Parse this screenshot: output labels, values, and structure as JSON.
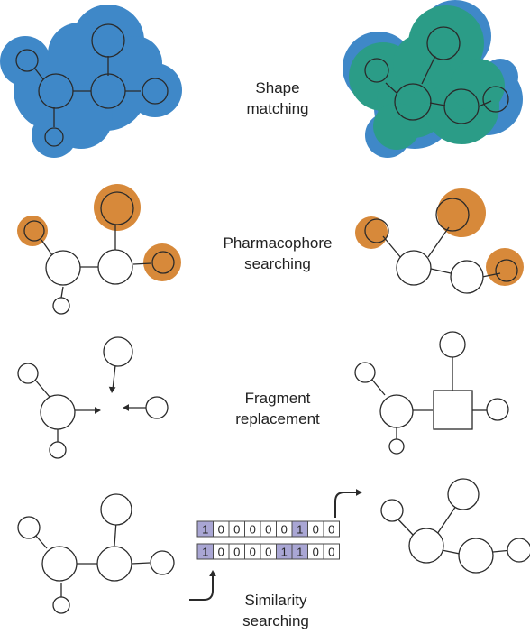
{
  "colors": {
    "shape_blue": "#3f88c8",
    "shape_green": "#2b9c87",
    "pharmacophore_orange": "#d7893a",
    "bit_highlight": "#a9a6d4",
    "stroke": "#2a2a2a"
  },
  "sections": [
    {
      "id": "shape",
      "line1": "Shape",
      "line2": "matching"
    },
    {
      "id": "pharmacophore",
      "line1": "Pharmacophore",
      "line2": "searching"
    },
    {
      "id": "fragment",
      "line1": "Fragment",
      "line2": "replacement"
    },
    {
      "id": "similarity",
      "line1": "Similarity",
      "line2": "searching"
    }
  ],
  "fingerprints": [
    {
      "bits": [
        "1",
        "0",
        "0",
        "0",
        "0",
        "0",
        "1",
        "0",
        "0"
      ],
      "highlight": [
        0,
        6
      ]
    },
    {
      "bits": [
        "1",
        "0",
        "0",
        "0",
        "0",
        "1",
        "1",
        "0",
        "0"
      ],
      "highlight": [
        0,
        5,
        6
      ]
    }
  ]
}
